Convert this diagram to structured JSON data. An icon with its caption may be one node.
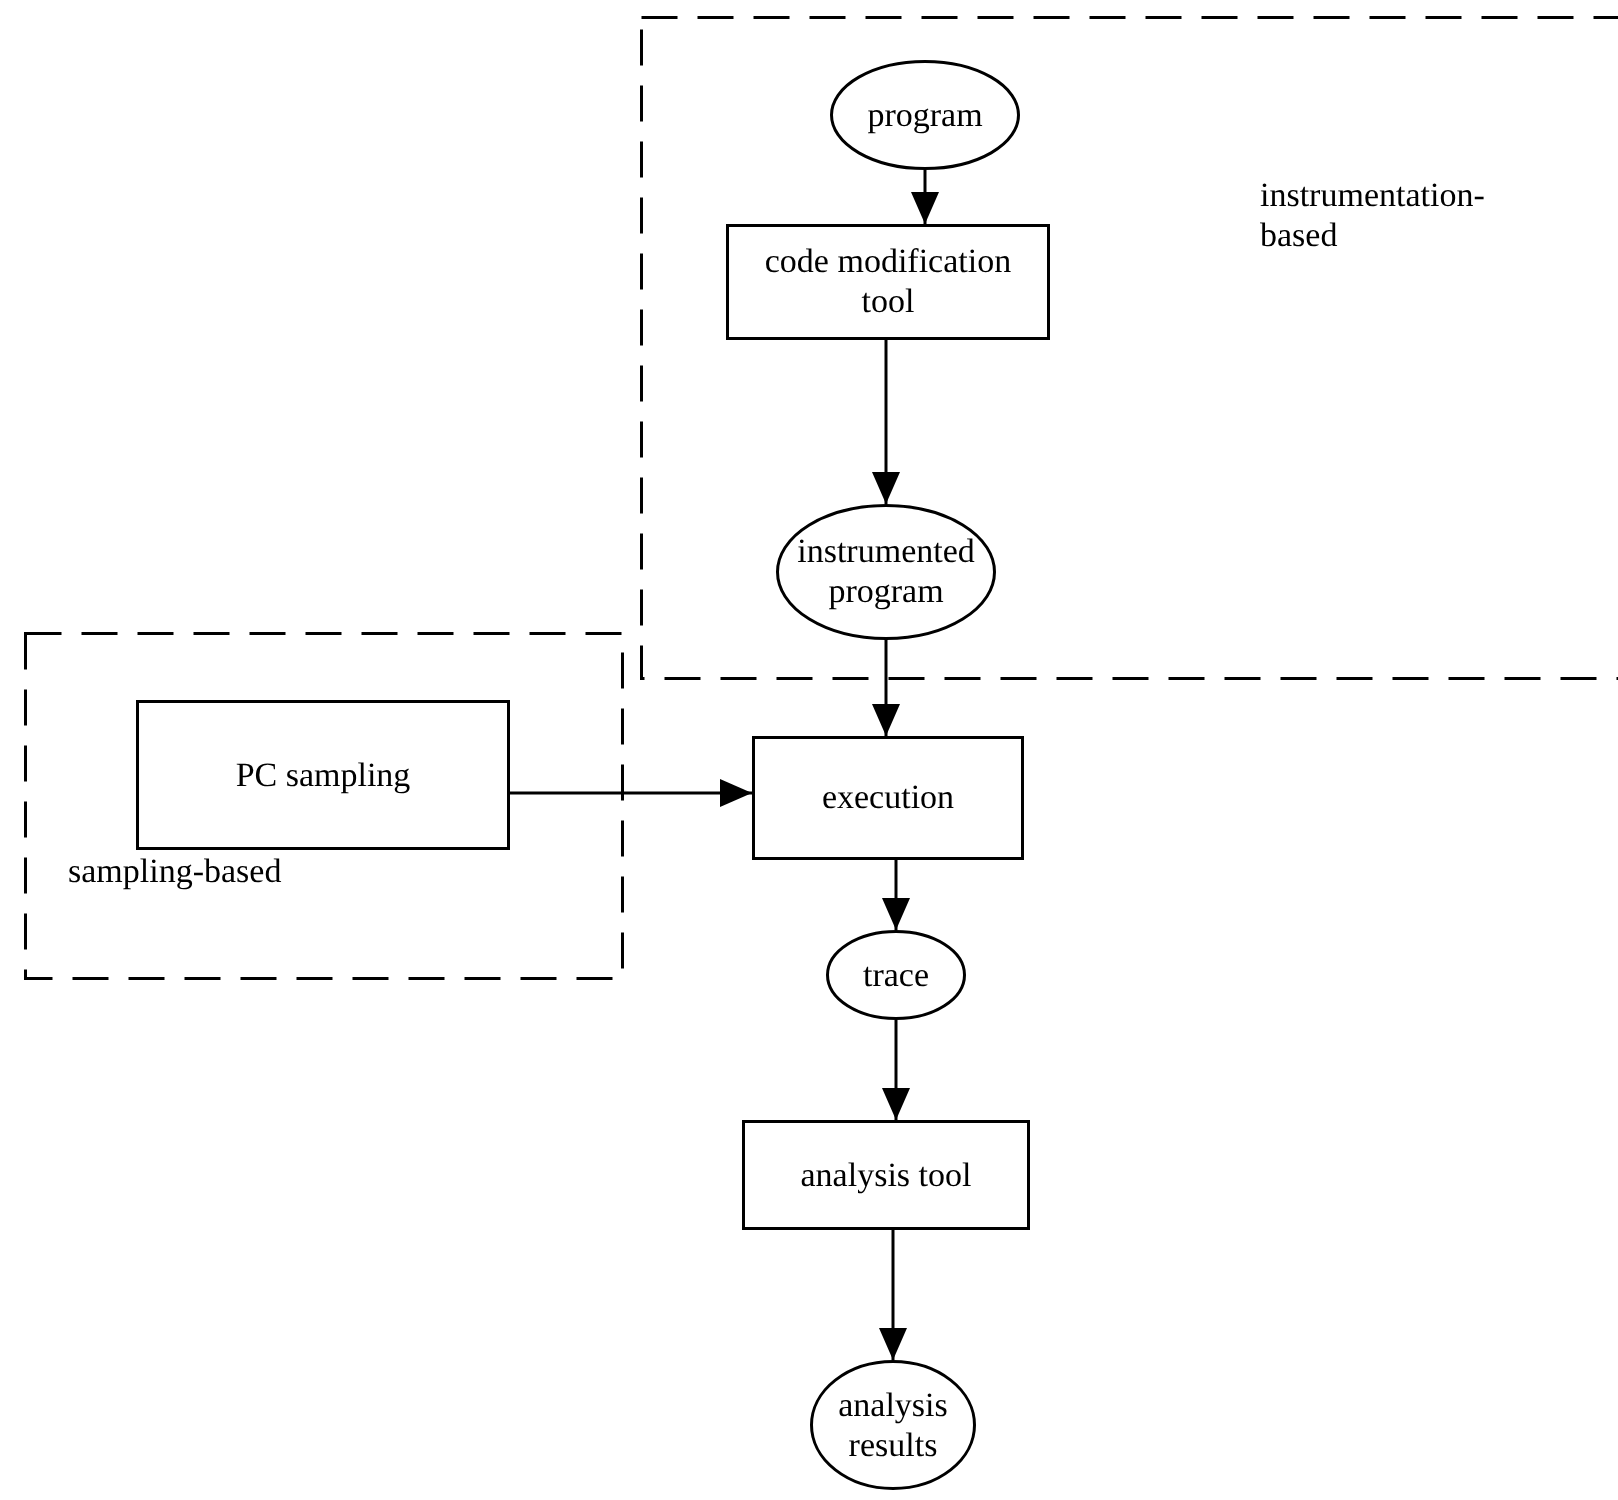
{
  "diagram": {
    "nodes": [
      {
        "text": [
          "instrumentation-based"
        ]
      },
      {
        "text": [
          "program"
        ],
        "in": 0
      },
      {
        "text": [
          "code modification tool"
        ],
        "in": 0
      },
      {
        "text": [
          "instrumented program"
        ],
        "in": 0
      },
      {
        "text": [
          "sampling-based"
        ]
      },
      {
        "text": [
          "PC sampling"
        ],
        "in": 4
      },
      {
        "text": [
          "execution"
        ]
      },
      {
        "text": [
          "trace"
        ]
      },
      {
        "text": [
          "analysis tool"
        ]
      },
      {
        "text": [
          "analysis results"
        ]
      }
    ],
    "edges": [
      {
        "from": 1,
        "to": 2,
        "arrow": "to"
      },
      {
        "from": 2,
        "to": 3,
        "arrow": "to"
      },
      {
        "from": 3,
        "to": 6,
        "arrow": "to"
      },
      {
        "from": 5,
        "to": 6,
        "arrow": "to"
      },
      {
        "from": 6,
        "to": 7,
        "arrow": "to"
      },
      {
        "from": 7,
        "to": 8,
        "arrow": "to"
      },
      {
        "from": 8,
        "to": 9,
        "arrow": "to"
      }
    ]
  }
}
